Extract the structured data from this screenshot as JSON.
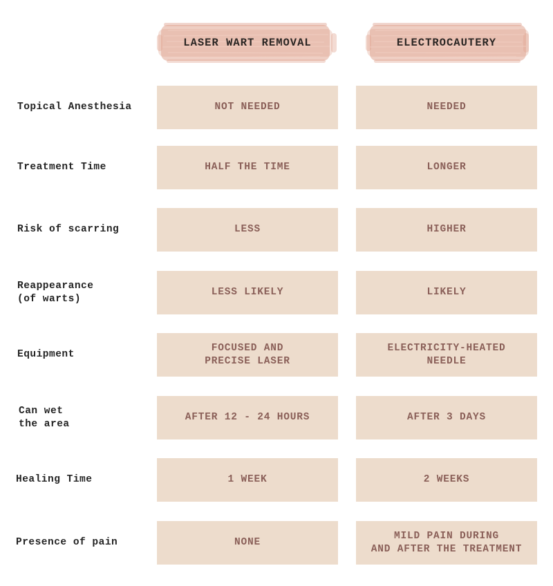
{
  "columns": {
    "laser": "LASER WART REMOVAL",
    "electro": "ELECTROCAUTERY"
  },
  "colors": {
    "cell_bg": "#eddccc",
    "cell_text": "#8a5f58",
    "header_brush": "#e0a592",
    "label_text": "#232323"
  },
  "rows": [
    {
      "label": "Topical Anesthesia",
      "laser": "NOT NEEDED",
      "electro": "NEEDED"
    },
    {
      "label": "Treatment Time",
      "laser": "HALF THE TIME",
      "electro": "LONGER"
    },
    {
      "label": "Risk of scarring",
      "laser": "LESS",
      "electro": "HIGHER"
    },
    {
      "label": "Reappearance\n(of warts)",
      "laser": "LESS LIKELY",
      "electro": "LIKELY"
    },
    {
      "label": "Equipment",
      "laser": "FOCUSED AND\nPRECISE LASER",
      "electro": "ELECTRICITY-HEATED\nNEEDLE"
    },
    {
      "label": "Can wet\nthe area",
      "laser": "AFTER 12 - 24 HOURS",
      "electro": "AFTER 3 DAYS"
    },
    {
      "label": "Healing Time",
      "laser": "1 WEEK",
      "electro": "2 WEEKS"
    },
    {
      "label": "Presence of pain",
      "laser": "NONE",
      "electro": "MILD PAIN DURING\nAND AFTER THE TREATMENT"
    }
  ]
}
